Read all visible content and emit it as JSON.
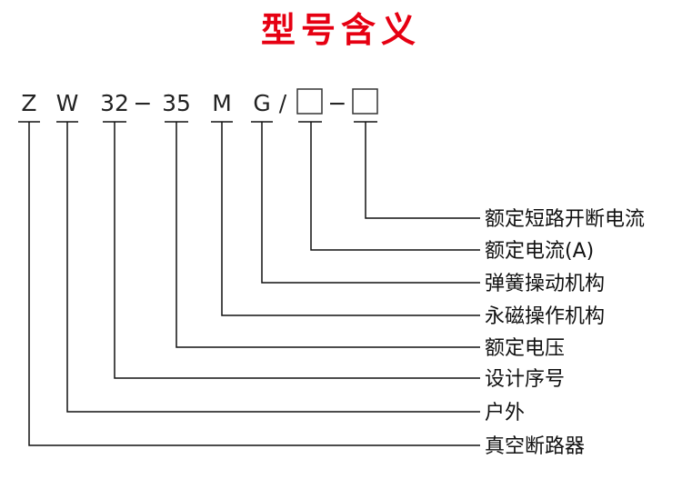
{
  "title": "型号含义",
  "colors": {
    "title": "#e60012",
    "lines": "#111111"
  },
  "code": {
    "chars": [
      "Z",
      "W",
      "32",
      "35",
      "M",
      "G"
    ],
    "separators": [
      "−",
      "/",
      "−"
    ]
  },
  "meanings": [
    "额定短路开断电流",
    "额定电流(A)",
    "弹簧操动机构",
    "永磁操作机构",
    "额定电压",
    "设计序号",
    "户外",
    "真空断路器"
  ]
}
